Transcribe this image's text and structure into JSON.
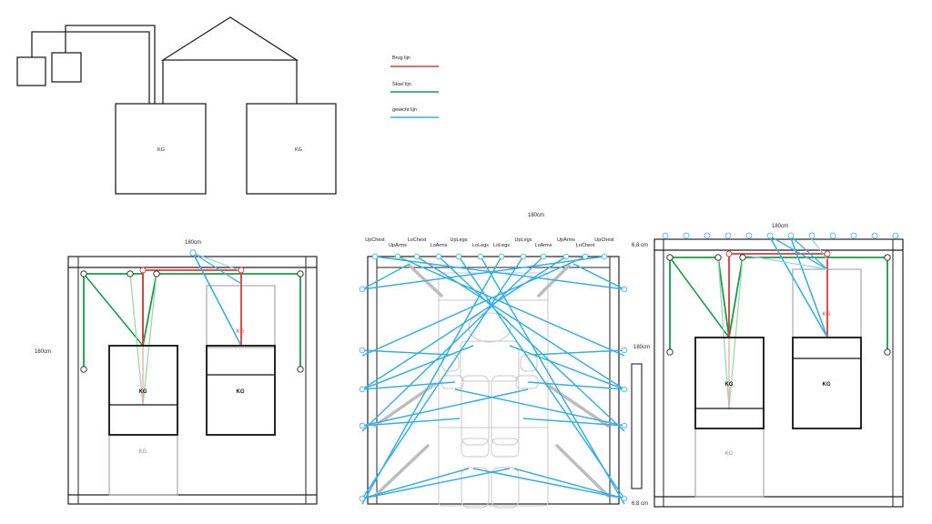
{
  "colors": {
    "brug": "#d93c3c",
    "stoel": "#1a9a4a",
    "gewicht": "#3aaee0",
    "frame": "#222222",
    "grey": "#9a9a9a",
    "ghost": "#c9c9c9"
  },
  "legend": [
    {
      "label": "Brug lijn",
      "color": "#d93c3c"
    },
    {
      "label": "Stoel lijn",
      "color": "#1a9a4a"
    },
    {
      "label": "gewicht lijn",
      "color": "#3aaee0"
    }
  ],
  "overview": {
    "box1": "KG",
    "box2": "KG"
  },
  "front_left": {
    "width": "180cm",
    "height": "160cm",
    "kg_heavy": "KG",
    "kg_light": "KG",
    "kg_right": "KG",
    "kg_red": "KG"
  },
  "top_view": {
    "width": "180cm",
    "length": "180cm",
    "labels": [
      "UpChest",
      "UpArms",
      "LoChest",
      "LoArms",
      "UpLegs",
      "LoLegs",
      "LoLegs",
      "UpLegs",
      "LoArms",
      "UpArms",
      "LoChest",
      "UpChest"
    ]
  },
  "front_right": {
    "width": "180cm",
    "offset_top": "6,8 cm",
    "offset_bottom": "6,8 cm",
    "kg_heavy": "KG",
    "kg_light": "KG",
    "kg_right": "KG",
    "kg_red": "KG"
  }
}
